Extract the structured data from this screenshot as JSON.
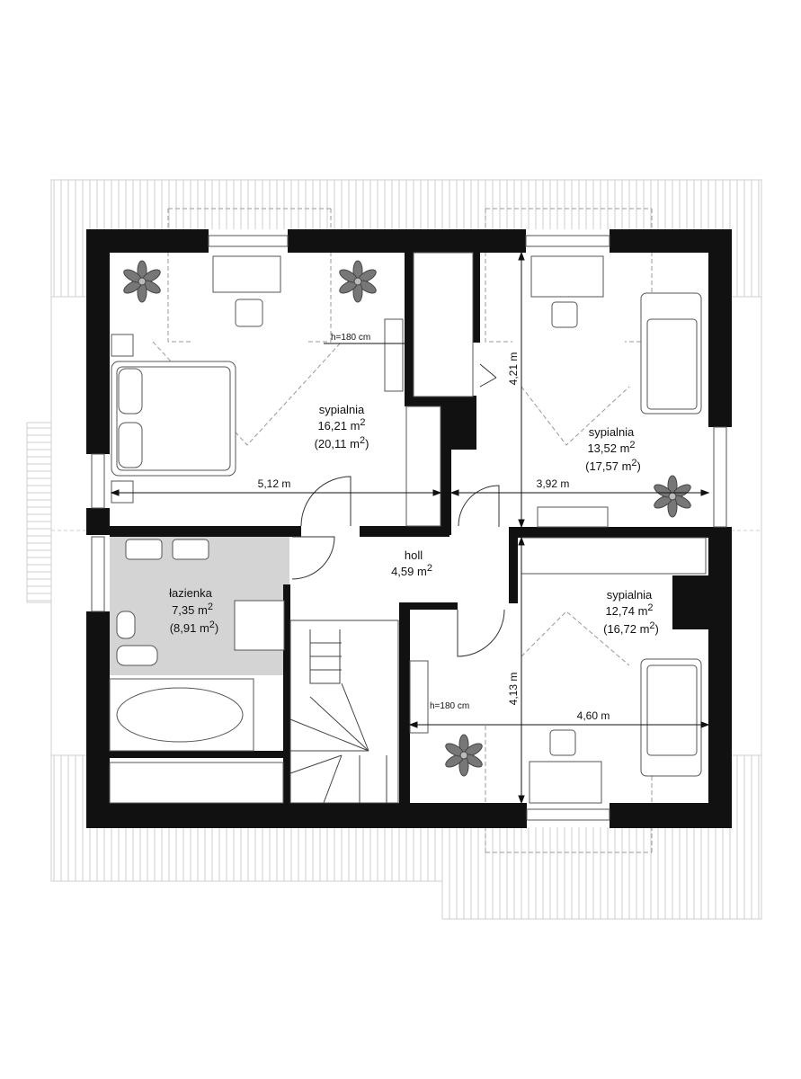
{
  "rooms": {
    "bedroom1": {
      "name": "sypialnia",
      "area": "16,21 m",
      "area_total": "(20,11 m",
      "area_close": ")"
    },
    "bedroom2": {
      "name": "sypialnia",
      "area": "13,52 m",
      "area_total": "(17,57 m",
      "area_close": ")"
    },
    "bedroom3": {
      "name": "sypialnia",
      "area": "12,74 m",
      "area_total": "(16,72 m",
      "area_close": ")"
    },
    "bathroom": {
      "name": "łazienka",
      "area": "7,35 m",
      "area_total": "(8,91 m",
      "area_close": ")"
    },
    "hall": {
      "name": "holl",
      "area": "4,59 m"
    }
  },
  "superscript": "2",
  "dimensions": {
    "width_left": "5,12 m",
    "width_right_top": "3,92 m",
    "width_right_bottom": "4,60 m",
    "height_right_top": "4,21 m",
    "height_right_bottom": "4,13 m"
  },
  "notes": {
    "ceiling_height_top": "h=180 cm",
    "ceiling_height_bottom": "h=180 cm"
  },
  "colors": {
    "wall": "#111111",
    "bathroom_fill": "#d4d4d4",
    "roof_lines": "#cfcfcf",
    "plant": "#666666"
  }
}
